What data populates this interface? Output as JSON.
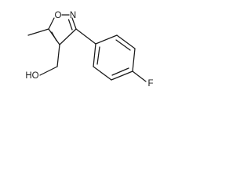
{
  "molecule": {
    "atoms": {
      "oxygen_ring": "O",
      "nitrogen_ring": "N",
      "fluorine": "F",
      "hydroxyl": "HO"
    }
  }
}
